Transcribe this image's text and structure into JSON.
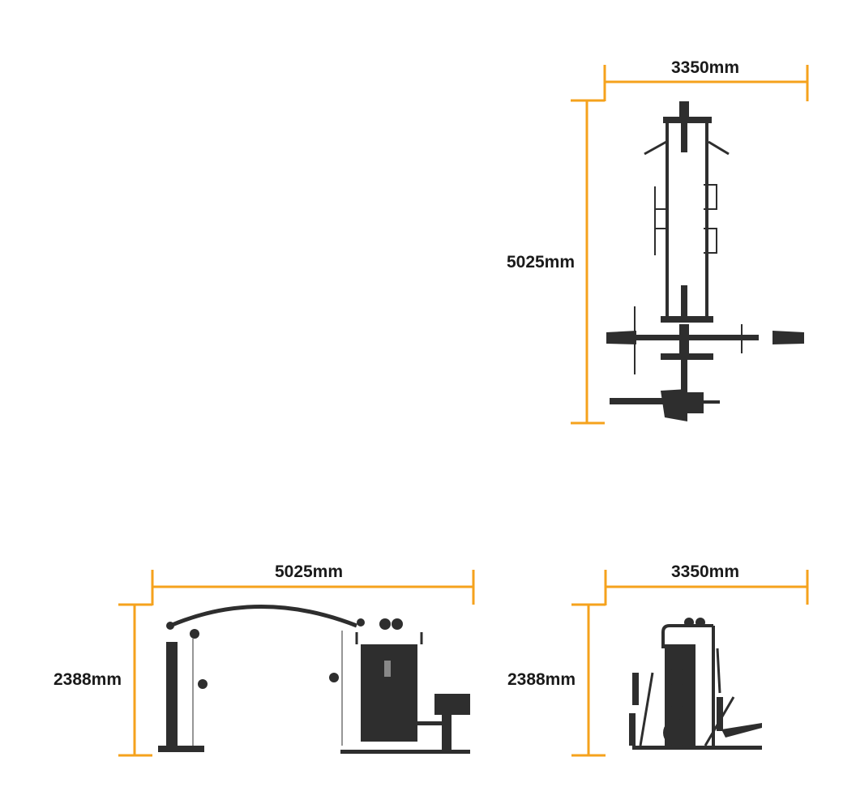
{
  "top_view": {
    "width_label": "3350mm",
    "depth_label": "5025mm"
  },
  "front_view": {
    "width_label": "5025mm",
    "height_label": "2388mm"
  },
  "side_view": {
    "width_label": "3350mm",
    "height_label": "2388mm"
  },
  "colors": {
    "dimension_line": "#f5a21c",
    "machine": "#2e2e2e",
    "label": "#1a1a1a"
  }
}
